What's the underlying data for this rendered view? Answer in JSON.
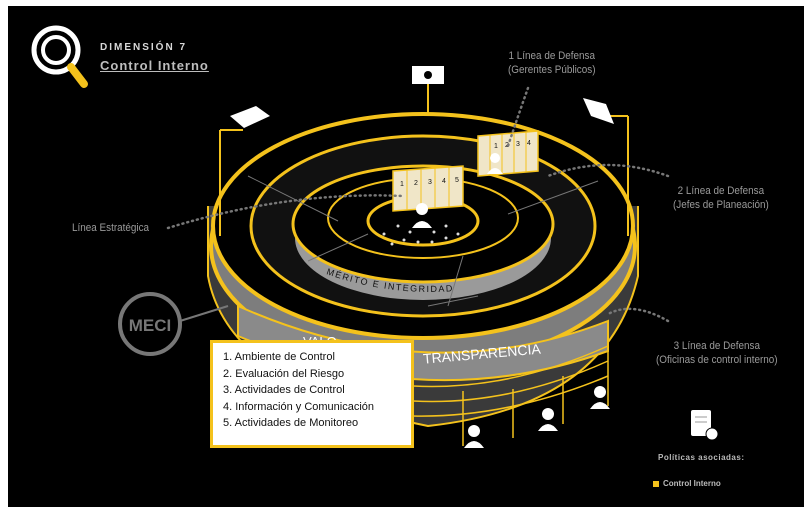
{
  "header": {
    "dimension_label": "DIMENSIÓN 7",
    "title": "Control Interno"
  },
  "rings": {
    "inner_label": "MÉRITO  E  INTEGRIDAD",
    "outer_label_left": "VALO",
    "outer_label_right": "TRANSPARENCIA"
  },
  "seal": "MECI",
  "lines_of_defense": [
    {
      "line1": "1 Línea de Defensa",
      "line2": "(Gerentes Públicos)"
    },
    {
      "line1": "2 Línea de Defensa",
      "line2": "(Jefes de Planeación)"
    },
    {
      "line1": "3 Línea de Defensa",
      "line2": "(Oficinas de control interno)"
    }
  ],
  "strategic_line": "Línea Estratégica",
  "components": [
    "1. Ambiente de Control",
    "2. Evaluación del Riesgo",
    "3. Actividades de Control",
    "4. Información y Comunicación",
    "5. Actividades de Monitoreo"
  ],
  "panel_numbers": [
    "1",
    "2",
    "3",
    "4",
    "5"
  ],
  "policies": {
    "title": "Políticas asociadas:",
    "items": [
      "Control Interno"
    ]
  },
  "colors": {
    "accent": "#f4c21c",
    "background": "#000000",
    "ring_gray": "#8a8a8a"
  }
}
